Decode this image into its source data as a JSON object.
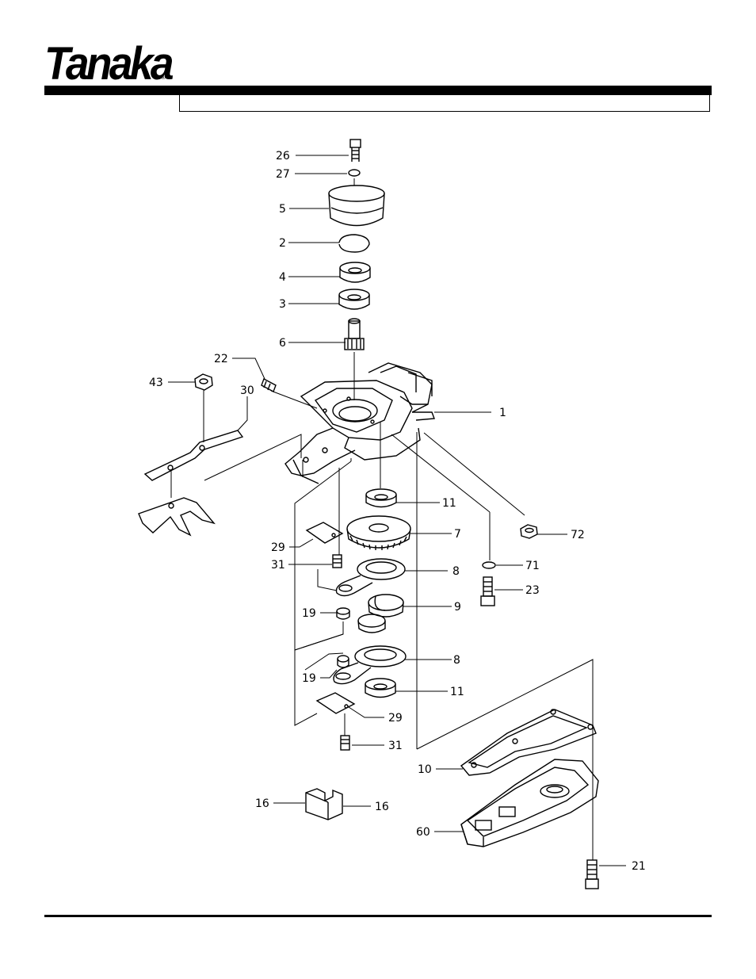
{
  "brand": {
    "logo": "Tanaka",
    "reg_mark": "®"
  },
  "header": {
    "title_box": ""
  },
  "diagram": {
    "part_labels": [
      {
        "id": "lbl-26",
        "text": "26"
      },
      {
        "id": "lbl-27",
        "text": "27"
      },
      {
        "id": "lbl-5",
        "text": "5"
      },
      {
        "id": "lbl-2",
        "text": "2"
      },
      {
        "id": "lbl-4",
        "text": "4"
      },
      {
        "id": "lbl-3",
        "text": "3"
      },
      {
        "id": "lbl-6",
        "text": "6"
      },
      {
        "id": "lbl-22",
        "text": "22"
      },
      {
        "id": "lbl-43",
        "text": "43"
      },
      {
        "id": "lbl-30",
        "text": "30"
      },
      {
        "id": "lbl-1",
        "text": "1"
      },
      {
        "id": "lbl-11a",
        "text": "11"
      },
      {
        "id": "lbl-7",
        "text": "7"
      },
      {
        "id": "lbl-72",
        "text": "72"
      },
      {
        "id": "lbl-29a",
        "text": "29"
      },
      {
        "id": "lbl-31a",
        "text": "31"
      },
      {
        "id": "lbl-8a",
        "text": "8"
      },
      {
        "id": "lbl-71",
        "text": "71"
      },
      {
        "id": "lbl-23",
        "text": "23"
      },
      {
        "id": "lbl-19a",
        "text": "19"
      },
      {
        "id": "lbl-9",
        "text": "9"
      },
      {
        "id": "lbl-8b",
        "text": "8"
      },
      {
        "id": "lbl-19b",
        "text": "19"
      },
      {
        "id": "lbl-11b",
        "text": "11"
      },
      {
        "id": "lbl-29b",
        "text": "29"
      },
      {
        "id": "lbl-31b",
        "text": "31"
      },
      {
        "id": "lbl-10",
        "text": "10"
      },
      {
        "id": "lbl-16a",
        "text": "16"
      },
      {
        "id": "lbl-16b",
        "text": "16"
      },
      {
        "id": "lbl-60",
        "text": "60"
      },
      {
        "id": "lbl-21",
        "text": "21"
      }
    ]
  }
}
